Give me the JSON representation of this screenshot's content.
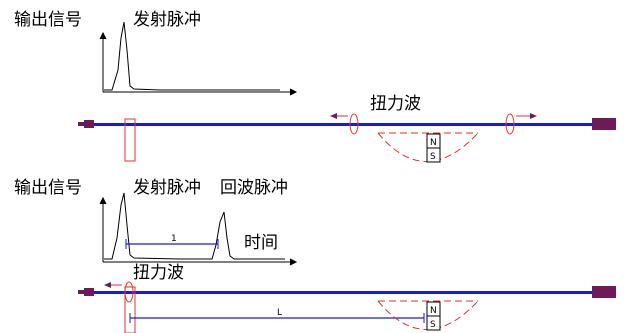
{
  "top": {
    "output_signal": "输出信号",
    "emit_pulse": "发射脉冲",
    "torsion_wave": "扭力波",
    "magnet_n": "N",
    "magnet_s": "S"
  },
  "bottom": {
    "output_signal": "输出信号",
    "emit_pulse": "发射脉冲",
    "echo_pulse": "回波脉冲",
    "time": "时间",
    "time_marker": "1",
    "torsion_wave": "扭力波",
    "distance_marker": "L",
    "magnet_n": "N",
    "magnet_s": "S"
  },
  "colors": {
    "rod": "#1a1adc",
    "end_cap": "#6e1a58",
    "wave": "#e8322d",
    "measure": "#1a1adc",
    "signal": "#000000"
  }
}
